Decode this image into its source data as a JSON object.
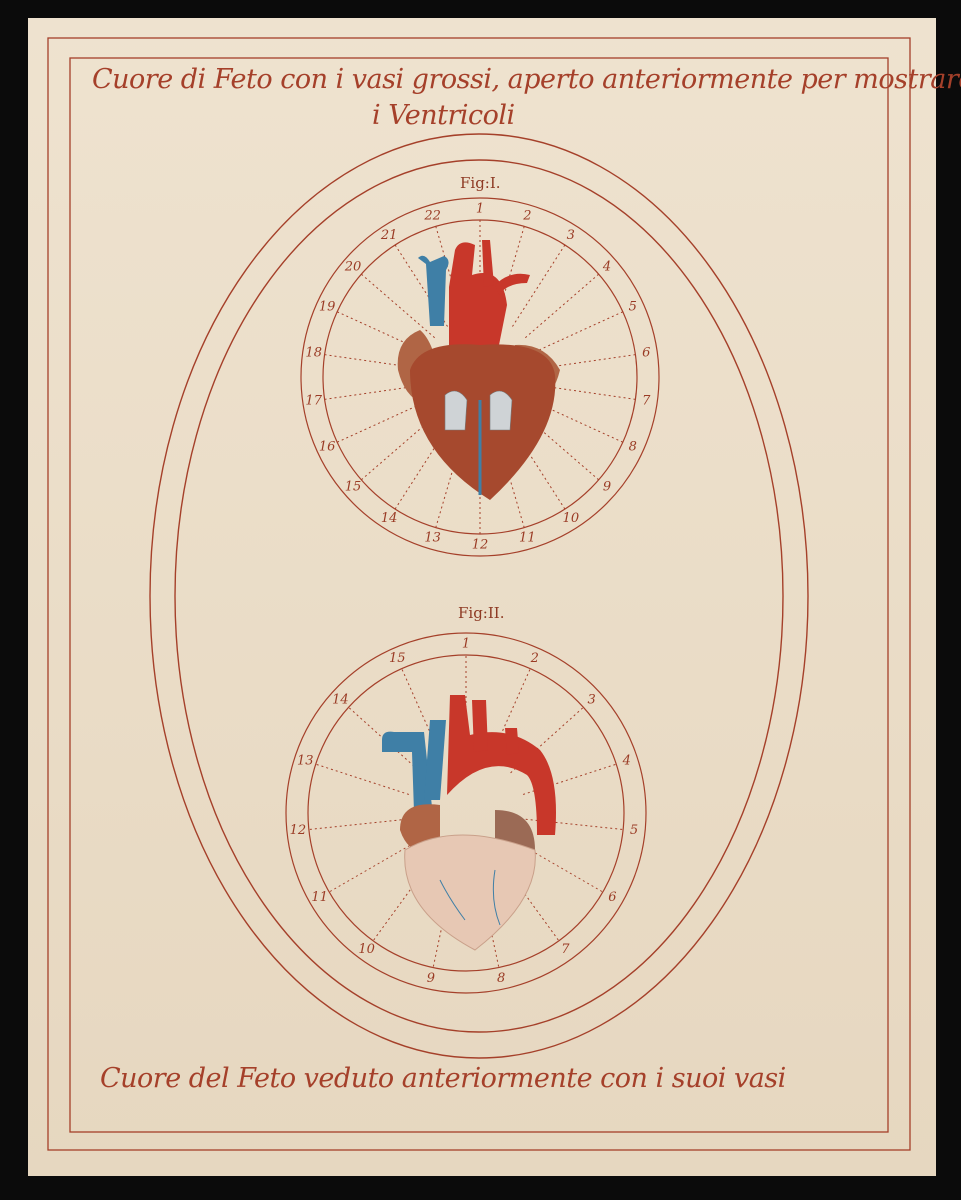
{
  "title_line1": "Cuore di Feto con i vasi grossi, aperto anteriormente per mostrare",
  "title_line2": "i Ventricoli",
  "caption_bottom": "Cuore del Feto veduto anteriormente con i suoi vasi",
  "figures": [
    {
      "label": "Fig:I.",
      "divisions": 22
    },
    {
      "label": "Fig:II.",
      "divisions": 15
    }
  ],
  "colors": {
    "ink": "#a5402a",
    "paper": "#ede0cb",
    "artery": "#c8372a",
    "vein": "#3f7fa6",
    "muscle": "#a6492e"
  }
}
